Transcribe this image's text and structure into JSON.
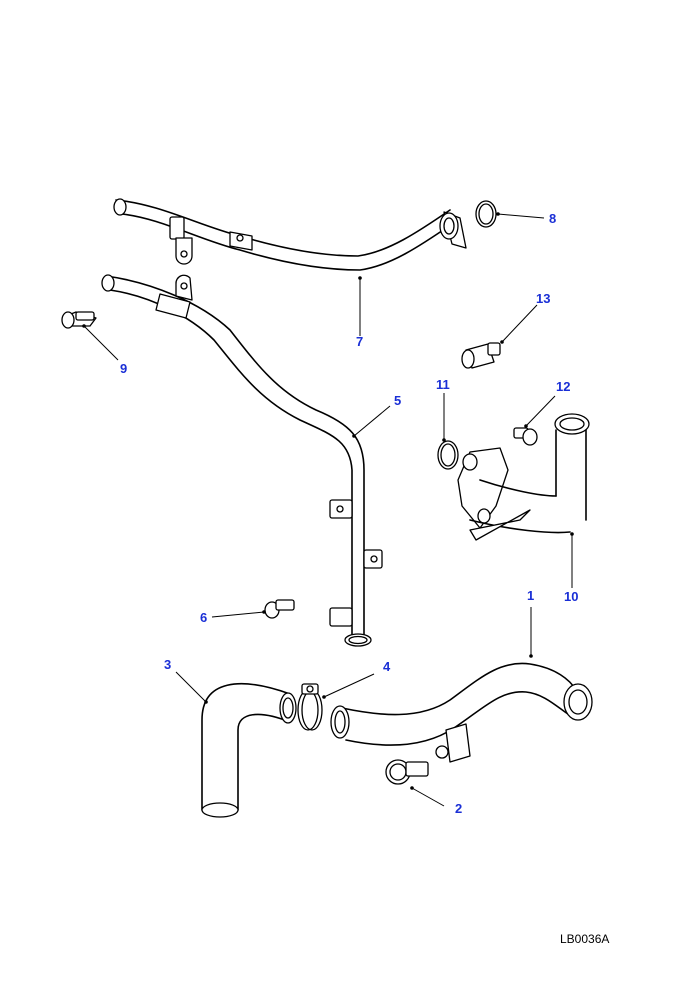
{
  "callouts": {
    "c1": "1",
    "c2": "2",
    "c3": "3",
    "c4": "4",
    "c5": "5",
    "c6": "6",
    "c7": "7",
    "c8": "8",
    "c9": "9",
    "c10": "10",
    "c11": "11",
    "c12": "12",
    "c13": "13"
  },
  "reference_code": "LB0036A",
  "colors": {
    "callout": "#1a2fd6",
    "line": "#000000",
    "background": "#ffffff"
  }
}
